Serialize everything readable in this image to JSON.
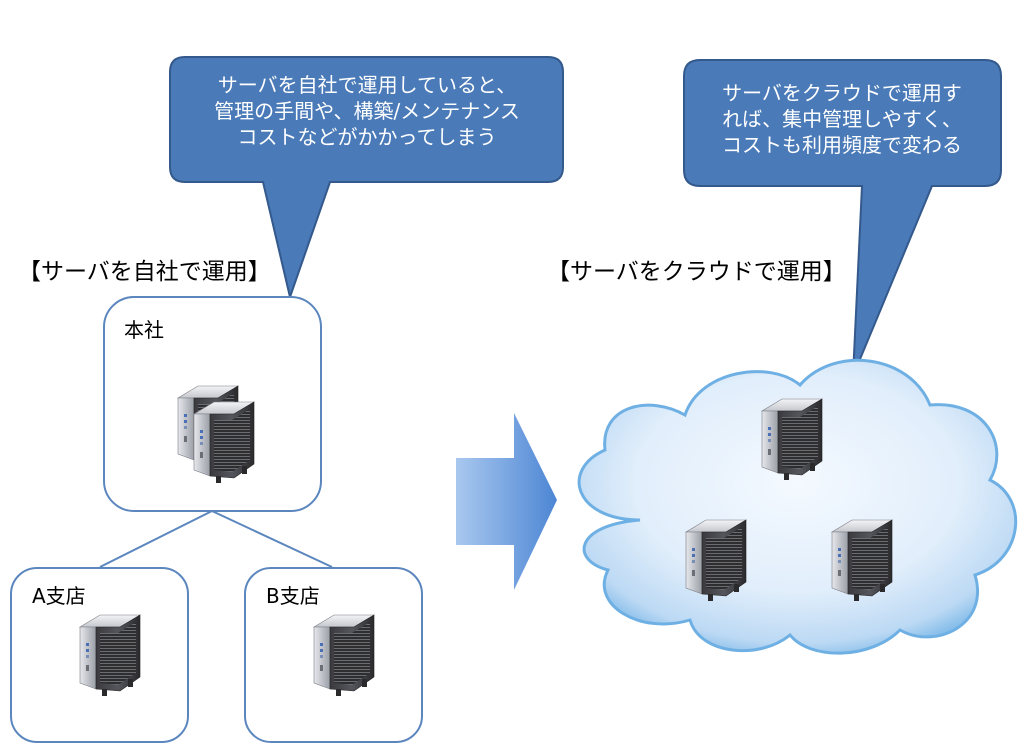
{
  "diagram": {
    "left_section": {
      "heading": "【サーバを自社で運用】",
      "callout": "サーバを自社で運用していると、\n管理の手間や、構築/メンテナンス\nコストなどがかかってしまう",
      "nodes": {
        "hq": "本社",
        "branch_a": "A支店",
        "branch_b": "B支店"
      }
    },
    "right_section": {
      "heading": "【サーバをクラウドで運用】",
      "callout": "サーバをクラウドで運用す\nれば、集中管理しやすく、\nコストも利用頻度で変わる"
    },
    "icons": {
      "server": "server-icon",
      "cloud": "cloud-icon",
      "arrow": "right-arrow-icon"
    },
    "colors": {
      "callout_fill": "#4a7ab8",
      "callout_stroke": "#34598c",
      "box_stroke": "#5b86be",
      "arrow_light": "#a9c8ef",
      "arrow_dark": "#4d86d4",
      "cloud_light": "#f4f9ff",
      "cloud_mid": "#cfe4f8",
      "cloud_edge": "#5aa3de"
    }
  }
}
